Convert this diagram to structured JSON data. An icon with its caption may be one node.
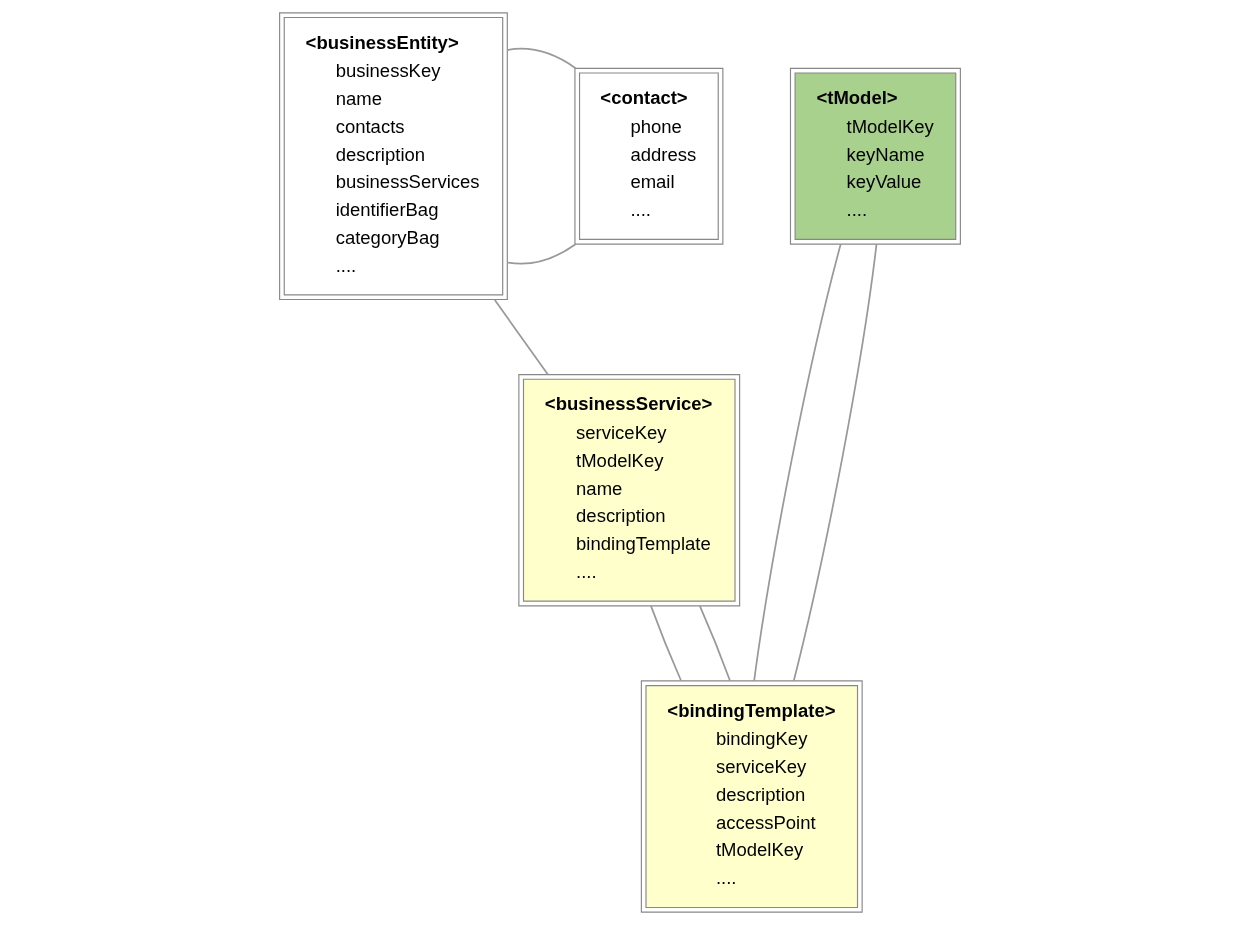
{
  "diagram": {
    "nodes": [
      {
        "text": [
          "<businessEntity>",
          "businessKey",
          "name",
          "contacts",
          "description",
          "businessServices",
          "identifierBag",
          "categoryBag",
          "...."
        ]
      },
      {
        "text": [
          "<contact>",
          "phone",
          "address",
          "email",
          "...."
        ]
      },
      {
        "text": [
          "<tModel>",
          "tModelKey",
          "keyName",
          "keyValue",
          "...."
        ]
      },
      {
        "text": [
          "<businessService>",
          "serviceKey",
          "tModelKey",
          "name",
          "description",
          "bindingTemplate",
          "...."
        ]
      },
      {
        "text": [
          "<bindingTemplate>",
          "bindingKey",
          "serviceKey",
          "description",
          "accessPoint",
          "tModelKey",
          "...."
        ]
      }
    ],
    "edges": [
      {
        "from": 0,
        "to": 1,
        "arrow": "none"
      },
      {
        "from": 0,
        "to": 1,
        "arrow": "none"
      },
      {
        "from": 0,
        "to": 3,
        "arrow": "none"
      },
      {
        "from": 2,
        "to": 4,
        "arrow": "none"
      },
      {
        "from": 2,
        "to": 4,
        "arrow": "none"
      },
      {
        "from": 3,
        "to": 4,
        "arrow": "none"
      },
      {
        "from": 3,
        "to": 4,
        "arrow": "none"
      }
    ]
  }
}
